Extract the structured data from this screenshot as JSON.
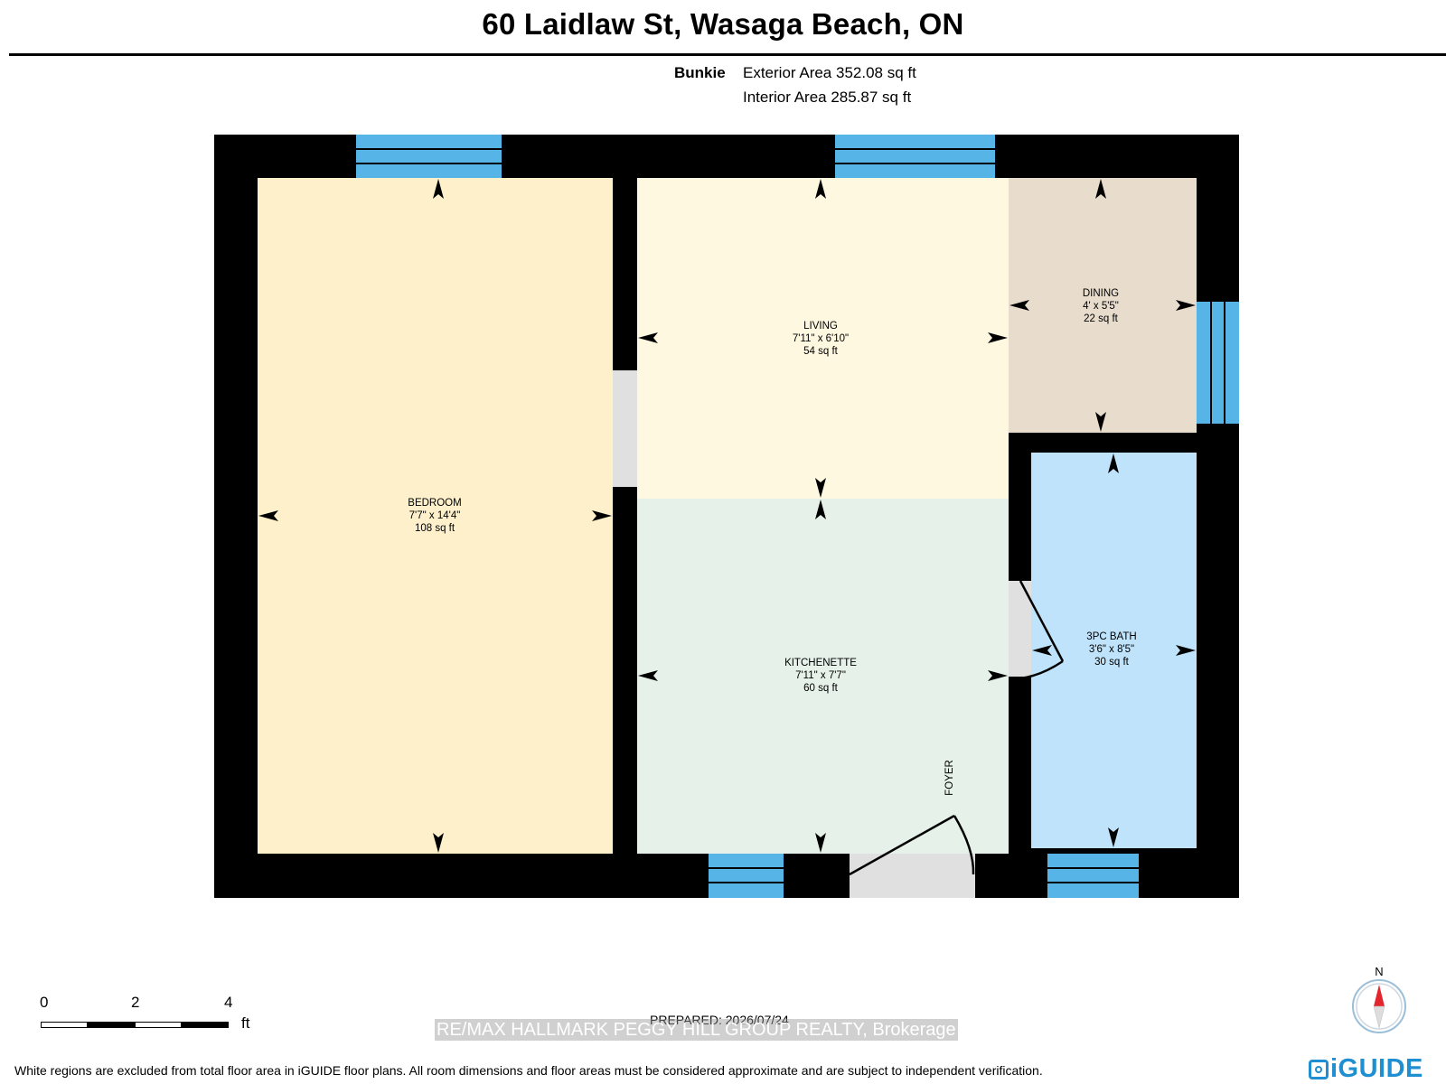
{
  "header": {
    "title": "60 Laidlaw St, Wasaga Beach, ON",
    "building_label": "Bunkie",
    "exterior_area": "Exterior Area 352.08 sq ft",
    "interior_area": "Interior Area 285.87 sq ft"
  },
  "rooms": {
    "bedroom": {
      "name": "BEDROOM",
      "dims": "7'7\" x 14'4\"",
      "area": "108 sq ft"
    },
    "living": {
      "name": "LIVING",
      "dims": "7'11\" x 6'10\"",
      "area": "54 sq ft"
    },
    "dining": {
      "name": "DINING",
      "dims": "4' x 5'5\"",
      "area": "22 sq ft"
    },
    "kitchenette": {
      "name": "KITCHENETTE",
      "dims": "7'11\" x 7'7\"",
      "area": "60 sq ft"
    },
    "bath": {
      "name": "3PC BATH",
      "dims": "3'6\" x 8'5\"",
      "area": "30 sq ft"
    },
    "foyer": {
      "name": "FOYER"
    }
  },
  "colors": {
    "wall": "#000000",
    "bedroom": "#fdf0cb",
    "living": "#fff8e1",
    "dining": "#e8dccd",
    "kitchenette": "#e6f1ea",
    "bath": "#bfe3fb",
    "window": "#56b4e6",
    "opening": "#e0e0e0"
  },
  "scale": {
    "labels": [
      "0",
      "2",
      "4"
    ],
    "unit": "ft"
  },
  "footer": {
    "prepared": "PREPARED: 2026/07/24",
    "watermark": "RE/MAX HALLMARK PEGGY HILL GROUP REALTY, Brokerage",
    "disclaimer": "White regions are excluded from total floor area in iGUIDE floor plans. All room dimensions and floor areas must be considered approximate and are subject to independent verification.",
    "compass_label": "N",
    "logo": "iGUIDE"
  }
}
